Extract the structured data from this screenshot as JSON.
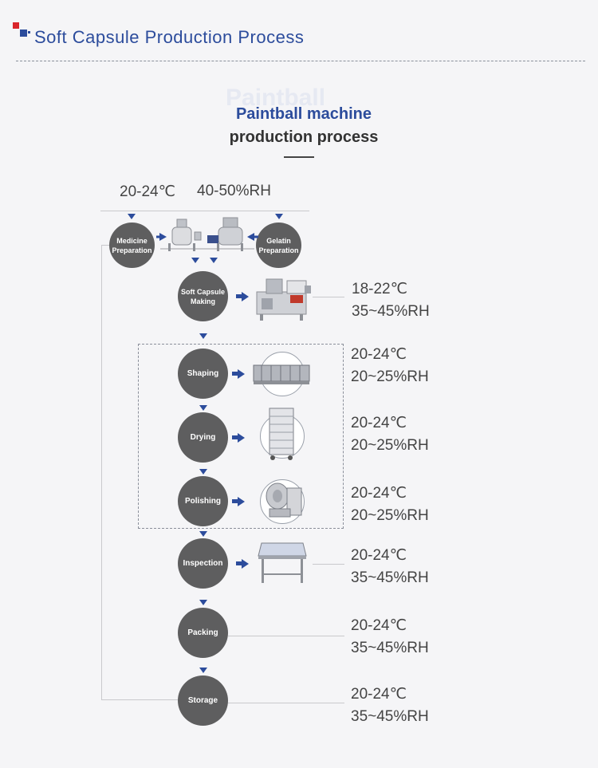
{
  "header": {
    "title": "Soft Capsule Production Process"
  },
  "watermark": "Paintball",
  "subtitle": {
    "line1": "Paintball machine",
    "line2": "production process"
  },
  "top_conditions": {
    "temperature": "20-24℃",
    "humidity": "40-50%RH"
  },
  "nodes": {
    "medicine": "Medicine Preparation",
    "gelatin": "Gelatin Preparation",
    "soft_capsule": "Soft Capsule Making",
    "shaping": "Shaping",
    "drying": "Drying",
    "polishing": "Polishing",
    "inspection": "Inspection",
    "packing": "Packing",
    "storage": "Storage"
  },
  "conditions": {
    "soft_capsule": {
      "temp": "18-22℃",
      "rh": "35~45%RH"
    },
    "shaping": {
      "temp": "20-24℃",
      "rh": "20~25%RH"
    },
    "drying": {
      "temp": "20-24℃",
      "rh": "20~25%RH"
    },
    "polishing": {
      "temp": "20-24℃",
      "rh": "20~25%RH"
    },
    "inspection": {
      "temp": "20-24℃",
      "rh": "35~45%RH"
    },
    "packing": {
      "temp": "20-24℃",
      "rh": "35~45%RH"
    },
    "storage": {
      "temp": "20-24℃",
      "rh": "35~45%RH"
    }
  },
  "colors": {
    "accent": "#2c4c9c",
    "node": "#5e5e5f",
    "red_square": "#d9262b"
  },
  "icons": [
    "tank-icon",
    "capsule-machine-icon",
    "tunnel-dryer-icon",
    "drying-cabinet-icon",
    "coating-pan-icon",
    "inspection-table-icon"
  ]
}
